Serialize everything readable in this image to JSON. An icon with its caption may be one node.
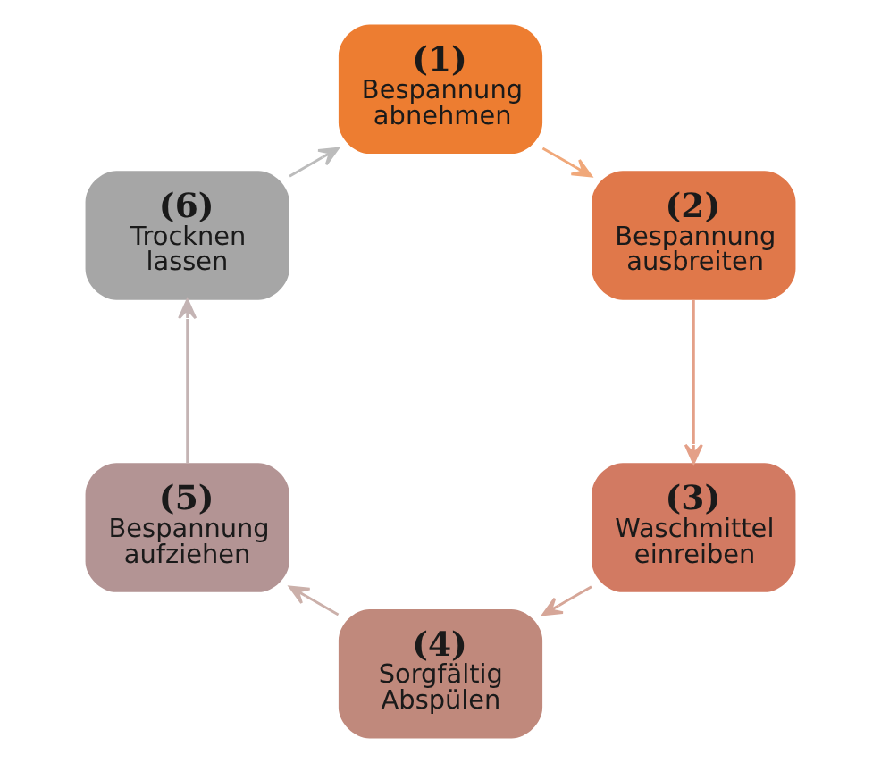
{
  "diagram": {
    "nodes": [
      {
        "text": [
          "(1)",
          "Bespannung abnehmen"
        ]
      },
      {
        "text": [
          "(2)",
          "Bespannung ausbreiten"
        ]
      },
      {
        "text": [
          "(3)",
          "Waschmittel einreiben"
        ]
      },
      {
        "text": [
          "(4)",
          "Sorgfältig Abspülen"
        ]
      },
      {
        "text": [
          "(5)",
          "Bespannung aufziehen"
        ]
      },
      {
        "text": [
          "(6)",
          "Trocknen lassen"
        ]
      }
    ],
    "edges": [
      {
        "from": 0,
        "to": 1,
        "arrow": "to",
        "color": "#f0a87a"
      },
      {
        "from": 1,
        "to": 2,
        "arrow": "to",
        "color": "#e4a088"
      },
      {
        "from": 2,
        "to": 3,
        "arrow": "to",
        "color": "#d6a698"
      },
      {
        "from": 3,
        "to": 4,
        "arrow": "to",
        "color": "#cbb0aa"
      },
      {
        "from": 4,
        "to": 5,
        "arrow": "to",
        "color": "#c4b4b4"
      },
      {
        "from": 5,
        "to": 0,
        "arrow": "to",
        "color": "#bcbcbc"
      }
    ]
  }
}
